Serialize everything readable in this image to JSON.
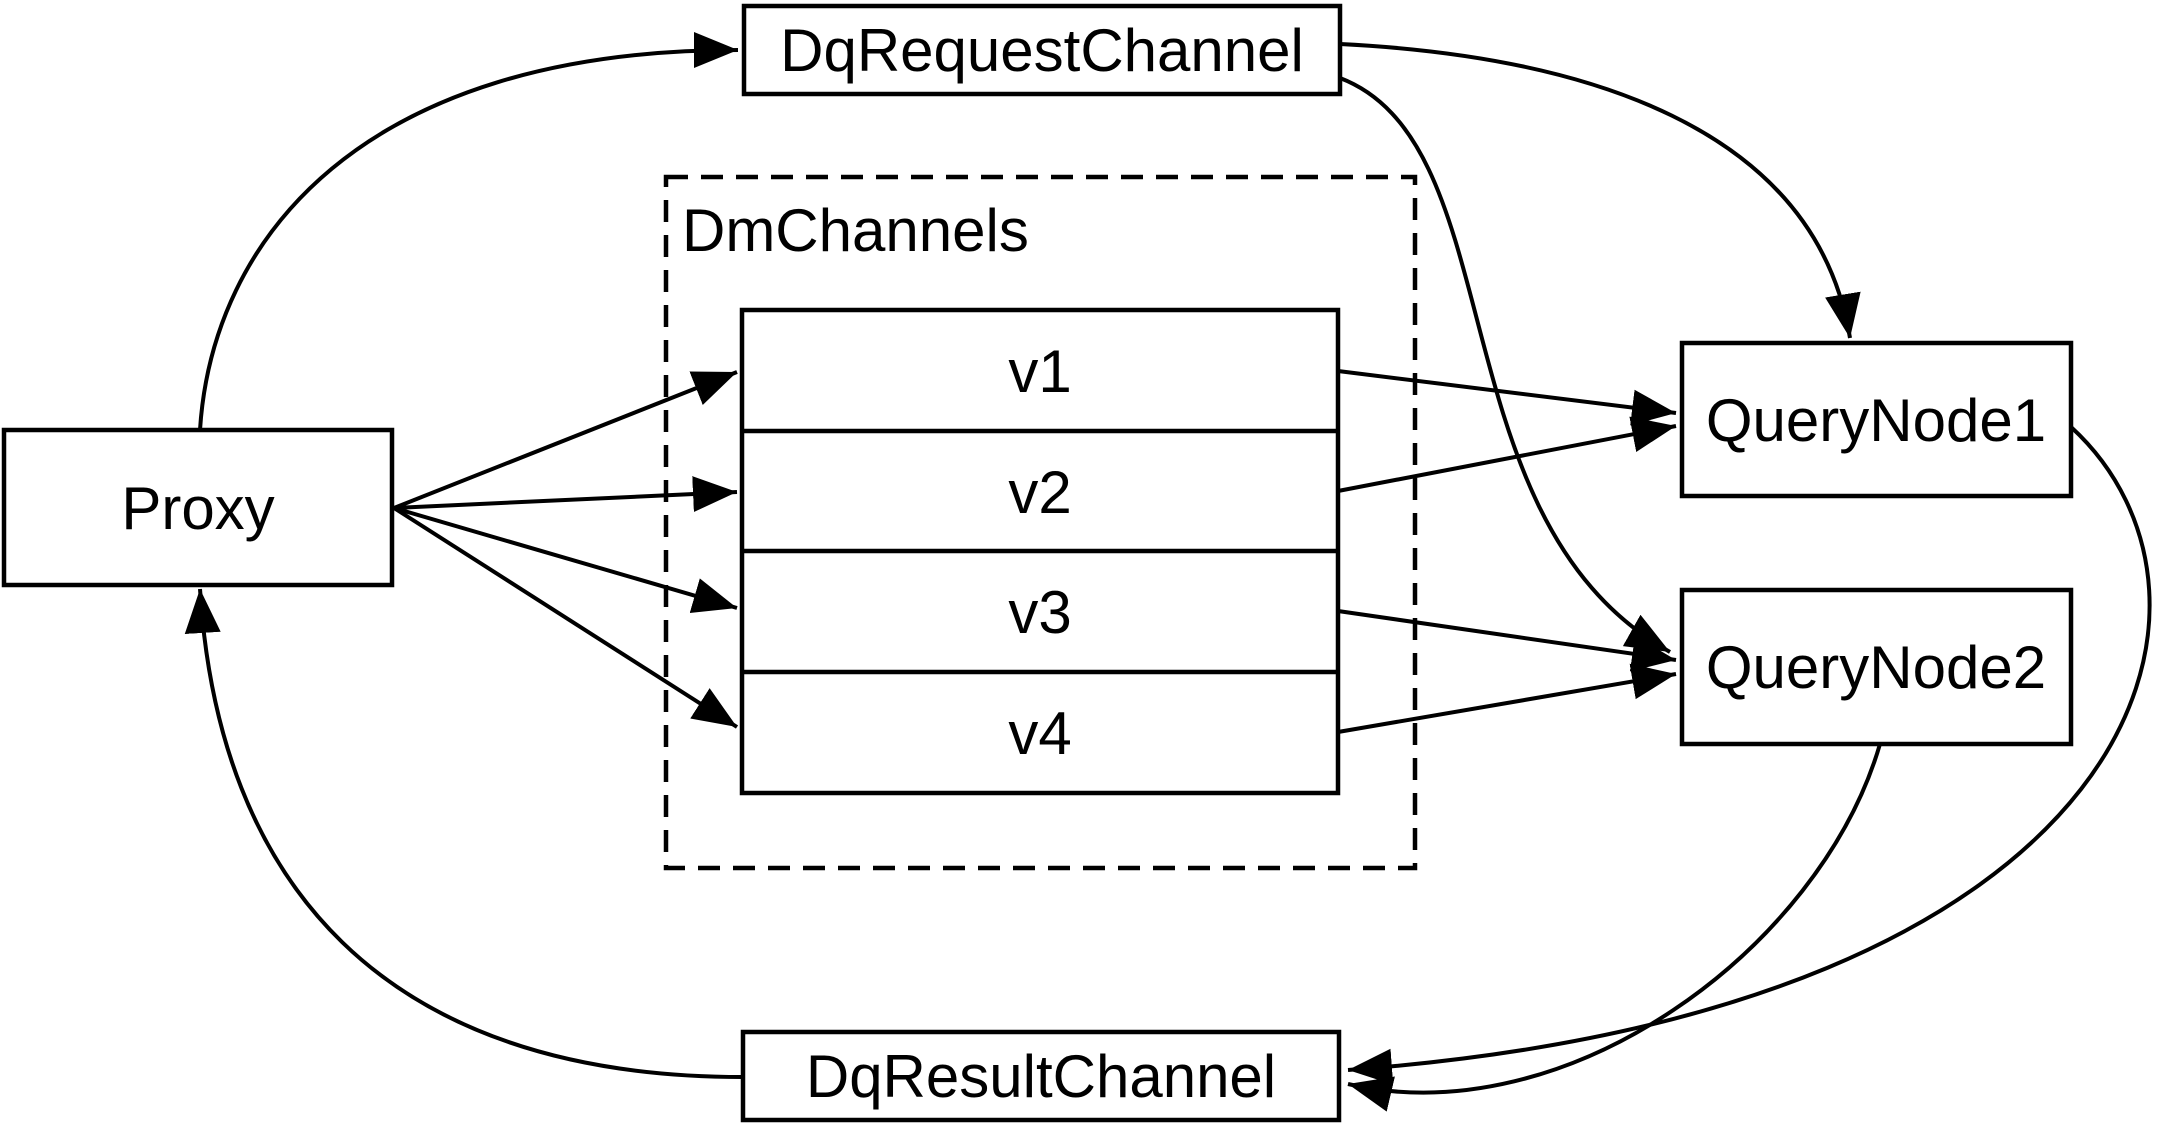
{
  "diagram": {
    "type": "flow-diagram",
    "colors": {
      "background": "#ffffff",
      "line": "#000000",
      "box_fill": "#ffffff",
      "text": "#000000"
    },
    "nodes": {
      "proxy": {
        "label": "Proxy"
      },
      "dq_request_channel": {
        "label": "DqRequestChannel"
      },
      "dm_channels": {
        "label": "DmChannels",
        "channels": [
          {
            "label": "v1"
          },
          {
            "label": "v2"
          },
          {
            "label": "v3"
          },
          {
            "label": "v4"
          }
        ]
      },
      "query_node_1": {
        "label": "QueryNode1"
      },
      "query_node_2": {
        "label": "QueryNode2"
      },
      "dq_result_channel": {
        "label": "DqResultChannel"
      }
    },
    "edges": [
      {
        "from": "Proxy",
        "to": "DqRequestChannel"
      },
      {
        "from": "Proxy",
        "to": "v1"
      },
      {
        "from": "Proxy",
        "to": "v2"
      },
      {
        "from": "Proxy",
        "to": "v3"
      },
      {
        "from": "Proxy",
        "to": "v4"
      },
      {
        "from": "v1",
        "to": "QueryNode1"
      },
      {
        "from": "v2",
        "to": "QueryNode1"
      },
      {
        "from": "v3",
        "to": "QueryNode2"
      },
      {
        "from": "v4",
        "to": "QueryNode2"
      },
      {
        "from": "DqRequestChannel",
        "to": "QueryNode1"
      },
      {
        "from": "DqRequestChannel",
        "to": "QueryNode2"
      },
      {
        "from": "QueryNode1",
        "to": "DqResultChannel"
      },
      {
        "from": "QueryNode2",
        "to": "DqResultChannel"
      },
      {
        "from": "DqResultChannel",
        "to": "Proxy"
      }
    ]
  }
}
